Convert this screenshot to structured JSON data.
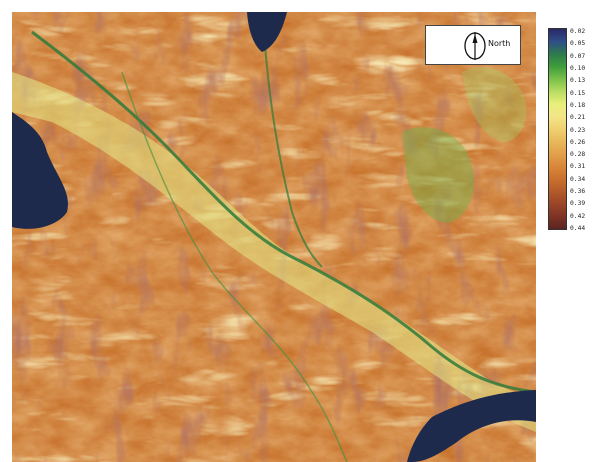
{
  "compass": {
    "label": "North",
    "icon": "north-arrow-icon"
  },
  "legend": {
    "labels": [
      "0.02",
      "0.05",
      "0.07",
      "0.10",
      "0.13",
      "0.15",
      "0.18",
      "0.21",
      "0.23",
      "0.26",
      "0.28",
      "0.31",
      "0.34",
      "0.36",
      "0.39",
      "0.42",
      "0.44"
    ],
    "colors": [
      "#2b2866",
      "#2f4f8a",
      "#2d7a4c",
      "#3f9e3c",
      "#79c04a",
      "#b8dc62",
      "#e9ef7a",
      "#f3e588",
      "#f0d070",
      "#e8b85a",
      "#e3a04a",
      "#d8873a",
      "#c9702f",
      "#b35a2a",
      "#9a4528",
      "#7e3325",
      "#5a2420"
    ]
  },
  "colors": {
    "terrain_base": "#c8742e",
    "ridge_light": "#e8c47a",
    "valley_green": "#dcec7a",
    "channel_green": "#2f7a3a",
    "water_dark": "#1e2a4c"
  }
}
